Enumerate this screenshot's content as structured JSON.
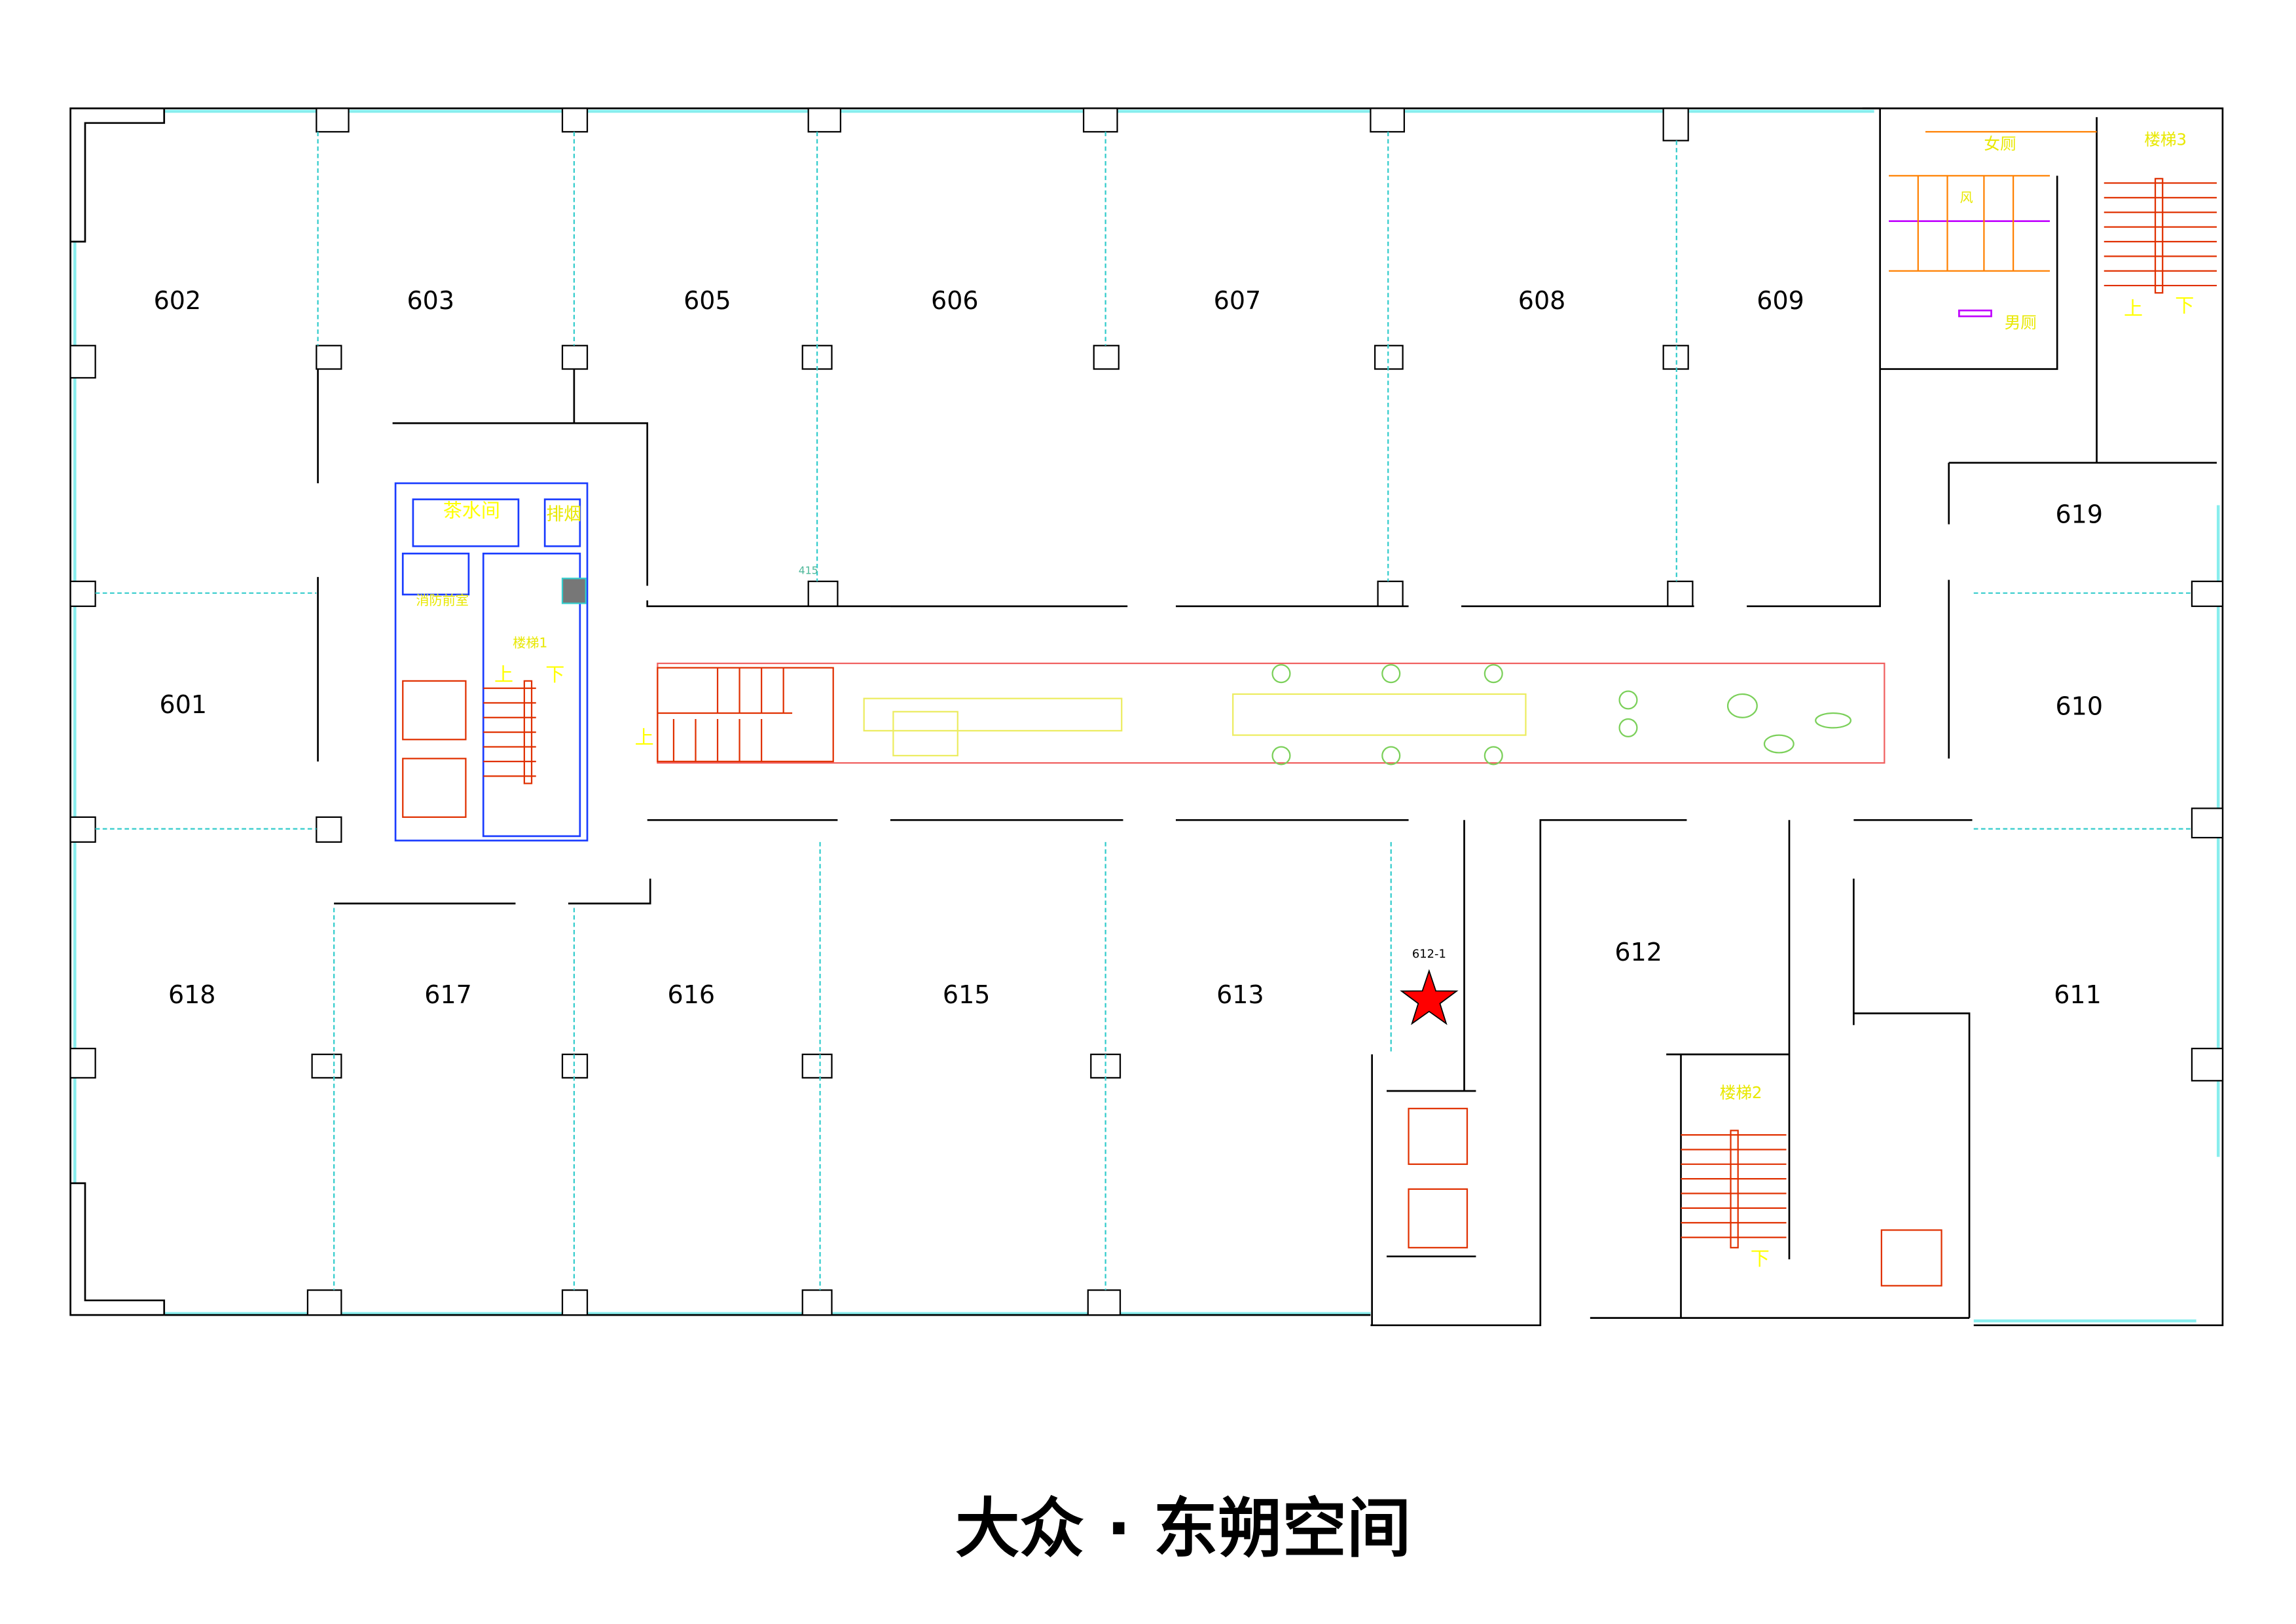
{
  "title": "大众 · 东朔空间",
  "rooms": {
    "r602": "602",
    "r603": "603",
    "r605": "605",
    "r606": "606",
    "r607": "607",
    "r608": "608",
    "r609": "609",
    "r619": "619",
    "r601": "601",
    "r610": "610",
    "r618": "618",
    "r617": "617",
    "r616": "616",
    "r615": "615",
    "r613": "613",
    "r612": "612",
    "r611": "611",
    "r612_1": "612-1"
  },
  "core_labels": {
    "tea_room": "茶水间",
    "smoke_exhaust": "排烟",
    "fire_lobby": "消防前室",
    "stair1": "楼梯1",
    "stair2": "楼梯2",
    "stair3": "楼梯3",
    "womens_restroom": "女厕",
    "mens_restroom": "男厕",
    "wind": "风",
    "up": "上",
    "down": "下"
  },
  "dimension": "415",
  "colors": {
    "marker": "#ff0000",
    "labels": "#ffff00",
    "walls": "#000000",
    "core": "#1a3cff"
  }
}
